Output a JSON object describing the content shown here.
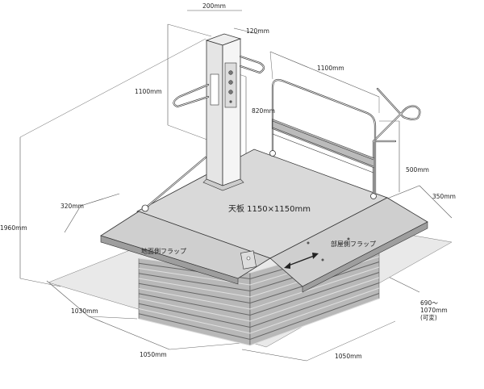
{
  "dimensions": {
    "post_width": "200mm",
    "post_depth": "120mm",
    "grip_height_left": "1100mm",
    "rail_length": "1100mm",
    "post_panel_height": "820mm",
    "gate_height": "500mm",
    "flap_right_width": "350mm",
    "flap_left_width": "320mm",
    "total_height": "1960mm",
    "base_height": "1030mm",
    "stroke_line1": "690～",
    "stroke_line2": "1070mm",
    "stroke_note": "(可変)",
    "base_width_left": "1050mm",
    "base_width_right": "1050mm"
  },
  "labels": {
    "table_top": "天板 1150×1150mm",
    "ground_flap": "地面側フラップ",
    "room_flap": "部屋側フラップ"
  }
}
